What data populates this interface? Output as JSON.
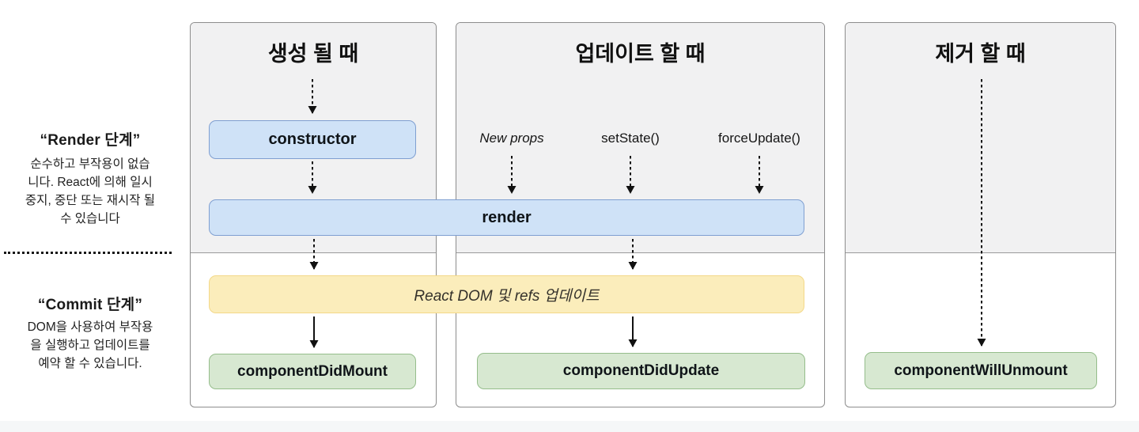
{
  "palette": {
    "blue_fill": "#cfe2f7",
    "blue_border": "#7f9fd1",
    "yellow_fill": "#fbedbb",
    "yellow_border": "#f3d889",
    "green_fill": "#d7e8d1",
    "green_border": "#95bd8b",
    "panel_bg": "#f1f1f2",
    "panel_border": "#8d8d8d",
    "arrow": "#111111"
  },
  "phases": {
    "render": {
      "title": "“Render 단계”",
      "description": "순수하고 부작용이 없습\n니다. React에 의해 일시\n중지, 중단 또는 재시작 될\n수 있습니다"
    },
    "commit": {
      "title": "“Commit 단계”",
      "description": "DOM을 사용하여 부작용\n을 실행하고 업데이트를\n예약 할 수 있습니다."
    }
  },
  "columns": {
    "mount": {
      "title": "생성 될 때"
    },
    "update": {
      "title": "업데이트 할 때",
      "triggers": [
        "New props",
        "setState()",
        "forceUpdate()"
      ]
    },
    "unmount": {
      "title": "제거 할 때"
    }
  },
  "nodes": {
    "constructor": "constructor",
    "render": "render",
    "react_dom_update": "React DOM 및 refs 업데이트",
    "component_did_mount": "componentDidMount",
    "component_did_update": "componentDidUpdate",
    "component_will_unmount": "componentWillUnmount"
  }
}
